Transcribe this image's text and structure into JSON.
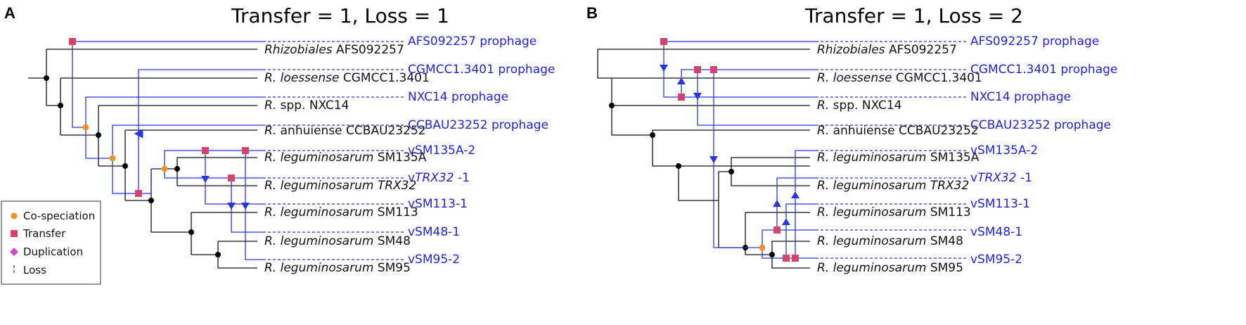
{
  "panels": [
    {
      "letter": "A",
      "title": "Transfer = 1, Loss = 1",
      "hosts": [
        {
          "italic": "Rhizobiales",
          "rest": " AFS092257"
        },
        {
          "italic": "R. loessense",
          "rest": " CGMCC1.3401"
        },
        {
          "italic": "R.",
          "rest": " spp. NXC14"
        },
        {
          "italic": "R.",
          "rest": " anhuiense CCBAU23252"
        },
        {
          "italic": "R. leguminosarum",
          "rest": " SM135A"
        },
        {
          "italic": "R. leguminosarum",
          "rest": " ",
          "italic2": "TRX32"
        },
        {
          "italic": "R. leguminosarum",
          "rest": " SM113"
        },
        {
          "italic": "R. leguminosarum",
          "rest": " SM48"
        },
        {
          "italic": "R. leguminosarum",
          "rest": " SM95"
        }
      ],
      "symbionts": [
        {
          "text": "AFS092257 prophage"
        },
        {
          "text": "CGMCC1.3401 prophage"
        },
        {
          "text": "NXC14 prophage"
        },
        {
          "text": "CCBAU23252 prophage"
        },
        {
          "text": "vSM135A-2"
        },
        {
          "pre": "v",
          "italic": "TRX32",
          "post": " -1"
        },
        {
          "text": "vSM113-1"
        },
        {
          "text": "vSM48-1"
        },
        {
          "text": "vSM95-2"
        }
      ]
    },
    {
      "letter": "B",
      "title": "Transfer = 1, Loss = 2",
      "hosts": [
        {
          "italic": "Rhizobiales",
          "rest": " AFS092257"
        },
        {
          "italic": "R. loessense",
          "rest": " CGMCC1.3401"
        },
        {
          "italic": "R.",
          "rest": " spp. NXC14"
        },
        {
          "italic": "R.",
          "rest": " anhuiense CCBAU23252"
        },
        {
          "italic": "R. leguminosarum",
          "rest": " SM135A"
        },
        {
          "italic": "R. leguminosarum",
          "rest": " ",
          "italic2": "TRX32"
        },
        {
          "italic": "R. leguminosarum",
          "rest": " SM113"
        },
        {
          "italic": "R. leguminosarum",
          "rest": " SM48"
        },
        {
          "italic": "R. leguminosarum",
          "rest": " SM95"
        }
      ],
      "symbionts": [
        {
          "text": "AFS092257 prophage"
        },
        {
          "text": "CGMCC1.3401 prophage"
        },
        {
          "text": "NXC14 prophage"
        },
        {
          "text": "CCBAU23252 prophage"
        },
        {
          "text": "vSM135A-2"
        },
        {
          "pre": "v",
          "italic": "TRX32",
          "post": " -1"
        },
        {
          "text": "vSM113-1"
        },
        {
          "text": "vSM48-1"
        },
        {
          "text": "vSM95-2"
        }
      ]
    }
  ],
  "legend": {
    "items": [
      {
        "label": "Co-speciation",
        "symbol": "circle",
        "color": "#f0922b"
      },
      {
        "label": "Transfer",
        "symbol": "square",
        "color": "#d6446a"
      },
      {
        "label": "Duplication",
        "symbol": "diamond",
        "color": "#c24fc4"
      },
      {
        "label": "Loss",
        "symbol": "dashed-line",
        "color": "#2a35e0"
      }
    ]
  },
  "colors": {
    "host": "#111111",
    "symbiont": "#2a35e0",
    "node": "#000000",
    "cospeciation": "#f0922b",
    "transfer": "#d6446a",
    "duplication": "#c24fc4"
  }
}
